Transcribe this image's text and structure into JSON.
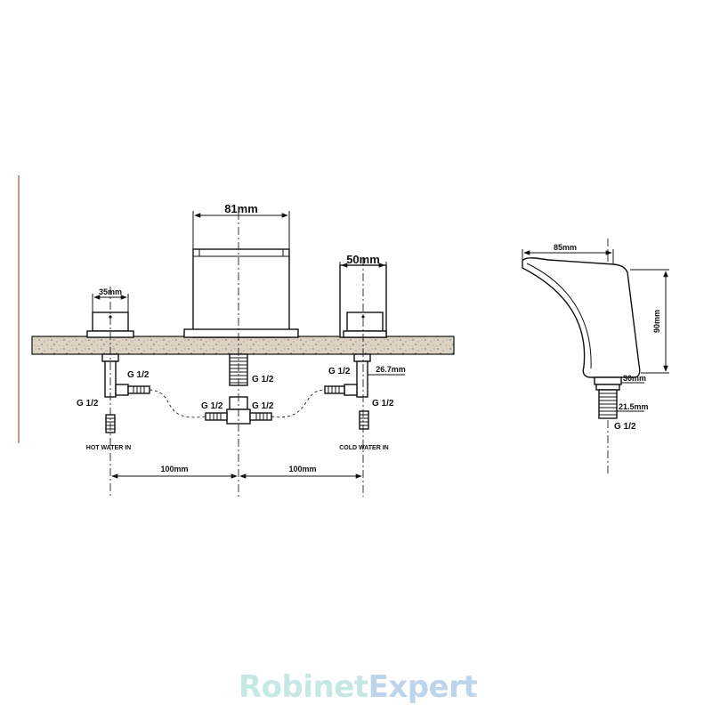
{
  "dimensions": {
    "spout_width": "81mm",
    "handle_body_width": "50mm",
    "handle_width": "35mm",
    "outlet_reach": "85mm",
    "outlet_height": "90mm",
    "pipe_offset": "26.7mm",
    "outlet_base": "30mm",
    "outlet_thread": "21.5mm",
    "spacing_left": "100mm",
    "spacing_right": "100mm"
  },
  "thread_labels": {
    "left_side": "G 1/2",
    "left_bottom": "G 1/2",
    "center": "G 1/2",
    "tee_left": "G 1/2",
    "tee_right": "G 1/2",
    "right_side": "G 1/2",
    "right_bottom": "G 1/2",
    "outlet": "G 1/2"
  },
  "inlets": {
    "hot": "HOT WATER IN",
    "cold": "COLD WATER IN"
  },
  "watermark": {
    "part1": "Robinet",
    "part2": "Expert"
  },
  "colors": {
    "line": "#111111",
    "margin_rule": "#b06a58",
    "counter_fill": "#d9cfc0",
    "watermark_1": "#c5e8e5",
    "watermark_2": "#bcd4ec"
  }
}
